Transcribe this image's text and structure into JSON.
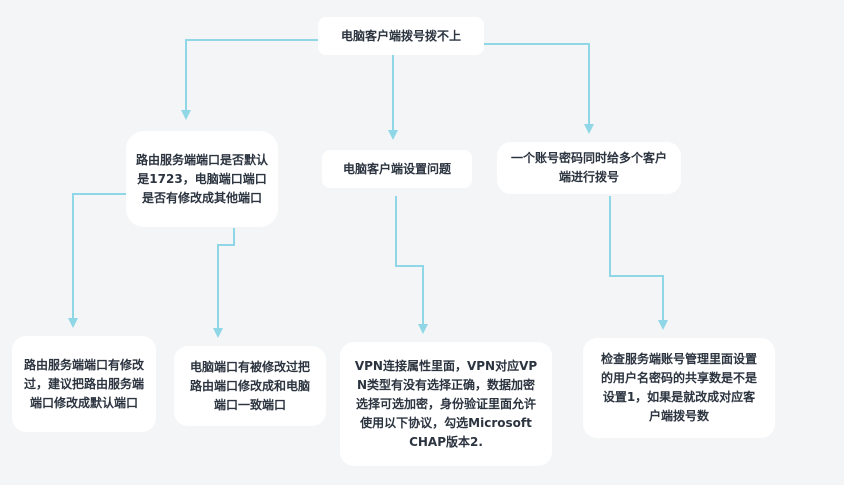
{
  "diagram": {
    "root": {
      "text": "电脑客户端拨号拨不上"
    },
    "branches": [
      {
        "key": "port",
        "text": "路由服务端端口是否默认是1723，电脑端口端口是否有修改成其他端口",
        "children": [
          {
            "key": "port-fix-router",
            "text": "路由服务端端口有修改过，建议把路由服务端端口修改成默认端口"
          },
          {
            "key": "port-fix-pc",
            "text": "电脑端口有被修改过把路由端口修改成和电脑端口一致端口"
          }
        ]
      },
      {
        "key": "client",
        "text": "电脑客户端设置问题",
        "children": [
          {
            "key": "client-fix",
            "text": "VPN连接属性里面，VPN对应VPN类型有没有选择正确，数据加密选择可选加密，身份验证里面允许使用以下协议，勾选Microsoft CHAP版本2."
          }
        ]
      },
      {
        "key": "account",
        "text": "一个账号密码同时给多个客户端进行拨号",
        "children": [
          {
            "key": "account-fix",
            "text": "检查服务端账号管理里面设置的用户名密码的共享数是不是设置1，如果是就改成对应客户端拨号数"
          }
        ]
      }
    ],
    "colors": {
      "background": "#f3f5f7",
      "node_fill": "#ffffff",
      "connector": "#8fd6e6",
      "text": "#2c3440"
    }
  }
}
